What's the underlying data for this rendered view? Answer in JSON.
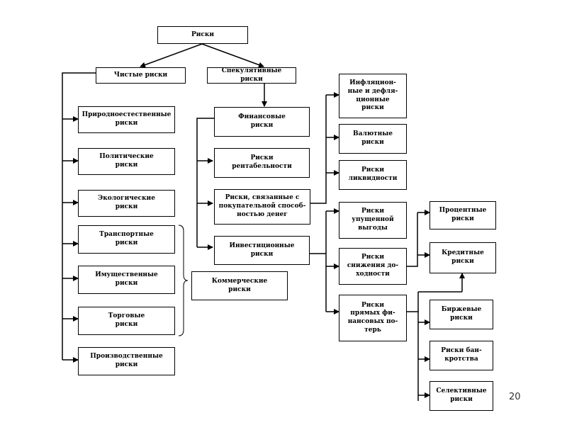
{
  "diagram": {
    "root": "Риски",
    "pure": "Чистые риски",
    "speculative": "Спекулятивные риски",
    "pure_items": {
      "natural": "Природноестественные\nриски",
      "political": "Политические\nриски",
      "ecological": "Экологические\nриски",
      "transport": "Транспортные\nриски",
      "property": "Имущественные\nриски",
      "trade": "Торговые\nриски",
      "production": "Производственные\nриски"
    },
    "commercial": "Коммерческие\nриски",
    "financial": "Финансовые\nриски",
    "spec_items": {
      "profitability": "Риски\nрентабельности",
      "purchasing": "Риски, связанные с\nпокупательной способ-\nностью денег",
      "investment": "Инвестиционные\nриски"
    },
    "purchasing_items": {
      "inflation": "Инфляцион-\nные и дефля-\nционные\nриски",
      "currency": "Валютные\nриски",
      "liquidity": "Риски\nликвидности"
    },
    "investment_items": {
      "lost_profit": "Риски\nупущенной\nвыгоды",
      "yield_drop": "Риски\nснижения до-\nходности",
      "direct_loss": "Риски\nпрямых фи-\nнансовых по-\nтерь"
    },
    "yield_items": {
      "interest": "Процентные\nриски",
      "credit": "Кредитные\nриски"
    },
    "direct_items": {
      "exchange": "Биржевые\nриски",
      "bankruptcy": "Риски бан-\nкротства",
      "selective": "Селективные\nриски"
    }
  },
  "page_number": "20"
}
